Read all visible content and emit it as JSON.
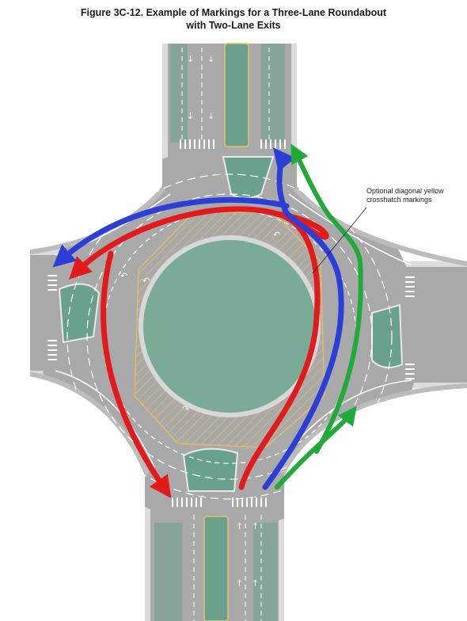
{
  "figure": {
    "title_line1": "Figure 3C-12.  Example of Markings for a Three-Lane Roundabout",
    "title_line2": "with Two-Lane Exits"
  },
  "annotation": {
    "line1": "Optional diagonal yellow",
    "line2": "crosshatch markings"
  },
  "colors": {
    "pavement": "#a9a9a9",
    "median_green": "#6aa08e",
    "island_green": "#79ab97",
    "curb": "#dcdcdc",
    "yellow_line": "#e8c15a",
    "path_red": "#e31a1c",
    "path_blue": "#2b3fd6",
    "path_green": "#1faa3a"
  },
  "paths": [
    {
      "color": "red",
      "icon": "red-path-arrow"
    },
    {
      "color": "blue",
      "icon": "blue-path-arrow"
    },
    {
      "color": "green",
      "icon": "green-path-arrow"
    }
  ]
}
